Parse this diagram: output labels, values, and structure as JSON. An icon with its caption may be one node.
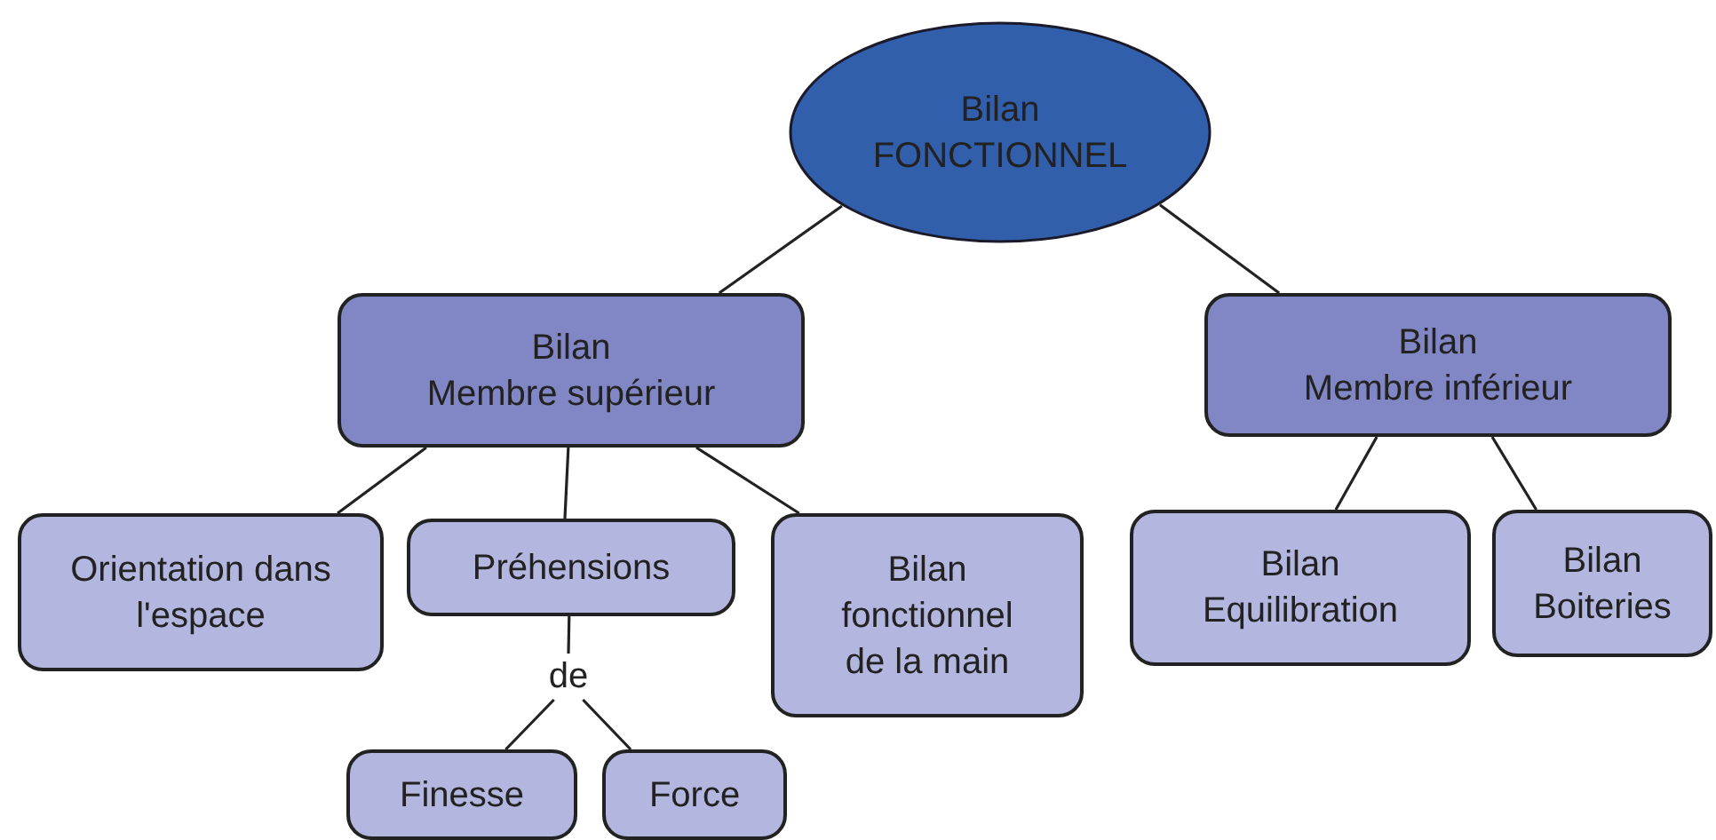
{
  "diagram": {
    "nodes": [
      {
        "text": [
          "Bilan",
          "FONCTIONNEL"
        ]
      },
      {
        "text": [
          "Bilan",
          "Membre supérieur"
        ]
      },
      {
        "text": [
          "Bilan",
          "Membre inférieur"
        ]
      },
      {
        "text": [
          "Orientation dans l'espace"
        ]
      },
      {
        "text": [
          "Préhensions"
        ]
      },
      {
        "text": [
          "de"
        ]
      },
      {
        "text": [
          "Finesse"
        ]
      },
      {
        "text": [
          "Force"
        ]
      },
      {
        "text": [
          "Bilan",
          "fonctionnel de la main"
        ]
      },
      {
        "text": [
          "Bilan",
          "Equilibration"
        ]
      },
      {
        "text": [
          "Bilan",
          "Boiteries"
        ]
      }
    ],
    "edges": [
      {
        "from": 0,
        "to": 1,
        "arrow": "none"
      },
      {
        "from": 0,
        "to": 2,
        "arrow": "none"
      },
      {
        "from": 1,
        "to": 3,
        "arrow": "none"
      },
      {
        "from": 1,
        "to": 4,
        "arrow": "none"
      },
      {
        "from": 1,
        "to": 8,
        "arrow": "none"
      },
      {
        "from": 2,
        "to": 9,
        "arrow": "none"
      },
      {
        "from": 2,
        "to": 10,
        "arrow": "none"
      },
      {
        "from": 4,
        "to": 5,
        "arrow": "none"
      },
      {
        "from": 5,
        "to": 6,
        "arrow": "none"
      },
      {
        "from": 5,
        "to": 7,
        "arrow": "none"
      }
    ]
  }
}
